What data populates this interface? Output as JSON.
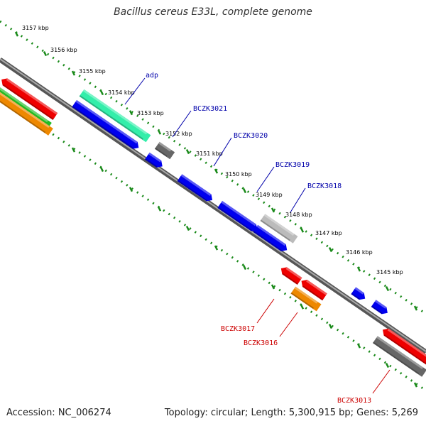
{
  "title": "Bacillus cereus E33L, complete genome",
  "accession": "Accession: NC_006274",
  "summary": "Topology: circular; Length: 5,300,915 bp; Genes: 5,269",
  "ruler_labels": [
    "3157 kbp",
    "3156 kbp",
    "3155 kbp",
    "3154 kbp",
    "3153 kbp",
    "3152 kbp",
    "3151 kbp",
    "3150 kbp",
    "3149 kbp",
    "3148 kbp",
    "3147 kbp",
    "3146 kbp",
    "3145 kbp"
  ],
  "gene_labels": [
    {
      "text": "adp",
      "color": "#0000aa"
    },
    {
      "text": "BCZK3021",
      "color": "#0000aa"
    },
    {
      "text": "BCZK3020",
      "color": "#0000aa"
    },
    {
      "text": "BCZK3019",
      "color": "#0000aa"
    },
    {
      "text": "BCZK3018",
      "color": "#0000aa"
    },
    {
      "text": "BCZK3017",
      "color": "#cc0000"
    },
    {
      "text": "BCZK3016",
      "color": "#cc0000"
    },
    {
      "text": "BCZK3013",
      "color": "#cc0000"
    }
  ],
  "colors": {
    "backbone": "#808080",
    "ruler_dots": "#1a8a1a",
    "blue_gene": "#0000ee",
    "red_gene": "#ee0000",
    "seafoam_gene": "#33eeaa",
    "gray_gene": "#666666",
    "lightgray_gene": "#bbbbbb",
    "orange_gene": "#ee8800",
    "green_gene": "#22bb22"
  }
}
